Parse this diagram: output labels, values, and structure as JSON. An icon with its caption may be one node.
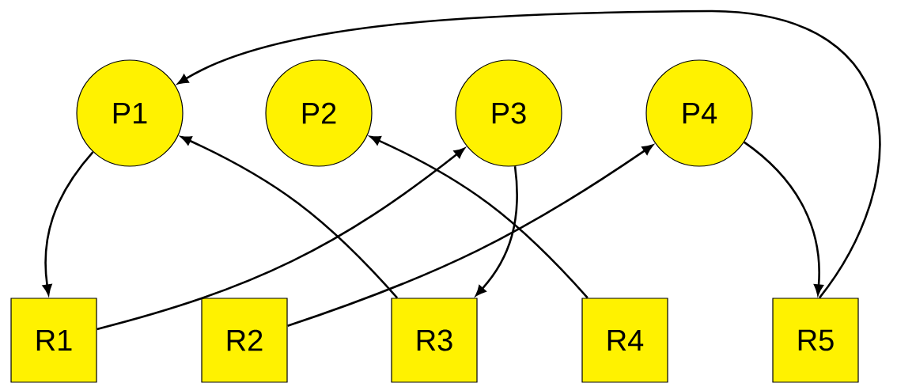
{
  "diagram": {
    "nodes": [
      {
        "text": [
          "P1"
        ]
      },
      {
        "text": [
          "P2"
        ]
      },
      {
        "text": [
          "P3"
        ]
      },
      {
        "text": [
          "P4"
        ]
      },
      {
        "text": [
          "R1"
        ]
      },
      {
        "text": [
          "R2"
        ]
      },
      {
        "text": [
          "R3"
        ]
      },
      {
        "text": [
          "R4"
        ]
      },
      {
        "text": [
          "R5"
        ]
      }
    ],
    "edges": [
      {
        "from": 0,
        "to": 4,
        "arrow": "to"
      },
      {
        "from": 6,
        "to": 0,
        "arrow": "to"
      },
      {
        "from": 4,
        "to": 2,
        "arrow": "to"
      },
      {
        "from": 5,
        "to": 3,
        "arrow": "to"
      },
      {
        "from": 7,
        "to": 1,
        "arrow": "to"
      },
      {
        "from": 2,
        "to": 6,
        "arrow": "to"
      },
      {
        "from": 3,
        "to": 8,
        "arrow": "to"
      },
      {
        "from": 8,
        "to": 0,
        "arrow": "to"
      }
    ]
  }
}
